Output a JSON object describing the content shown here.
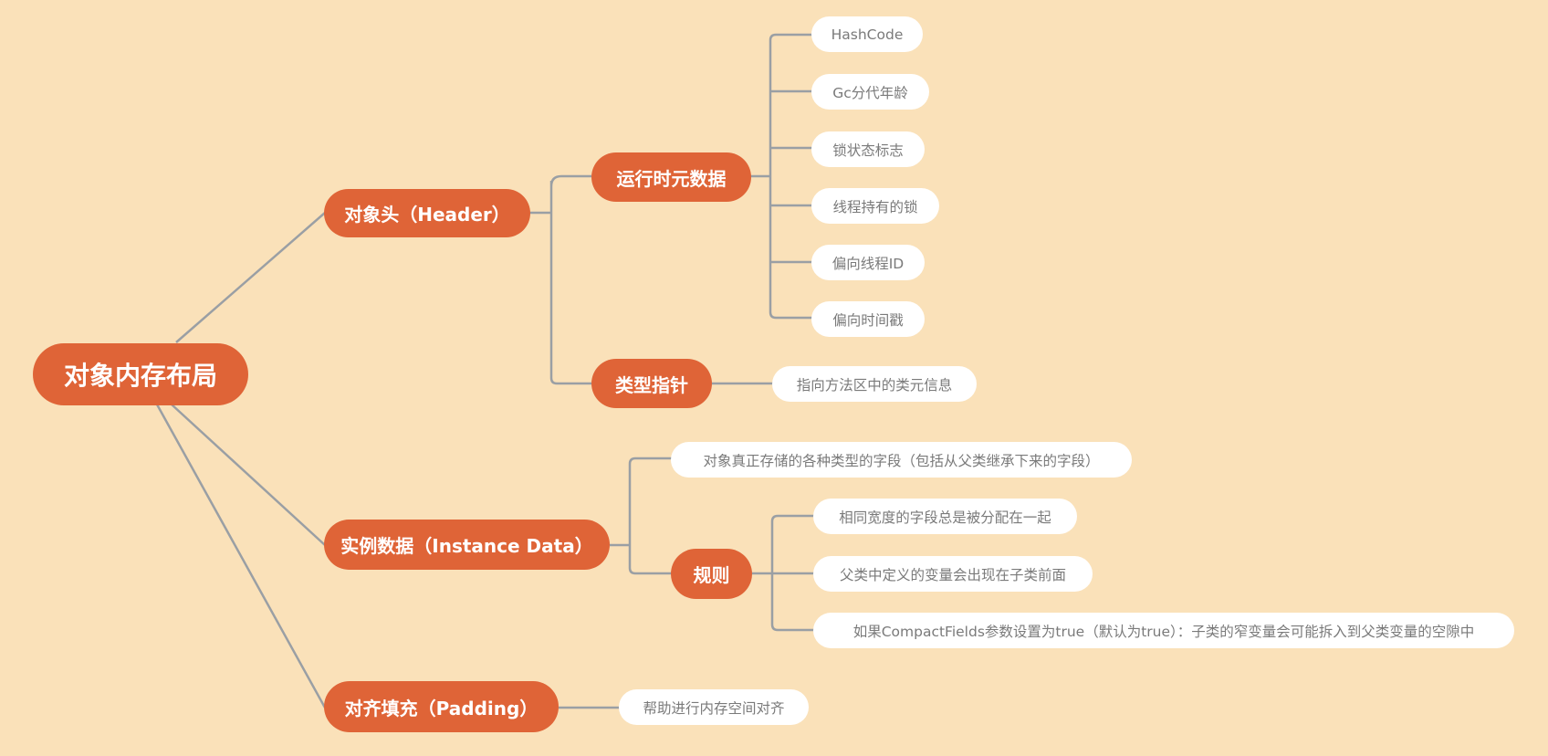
{
  "colors": {
    "background": "#fae1b9",
    "branch_fill": "#df6437",
    "branch_text": "#ffffff",
    "leaf_fill": "#ffffff",
    "leaf_text": "#7a7a7a",
    "connector": "#9a9fa4"
  },
  "root": {
    "label": "对象内存布局"
  },
  "header": {
    "label": "对象头（Header）",
    "runtime": {
      "label": "运行时元数据",
      "items": [
        "HashCode",
        "Gc分代年龄",
        "锁状态标志",
        "线程持有的锁",
        "偏向线程ID",
        "偏向时间戳"
      ]
    },
    "klass": {
      "label": "类型指针",
      "items": [
        "指向方法区中的类元信息"
      ]
    }
  },
  "instance": {
    "label": "实例数据（Instance Data）",
    "desc": "对象真正存储的各种类型的字段（包括从父类继承下来的字段）",
    "rules": {
      "label": "规则",
      "items": [
        "相同宽度的字段总是被分配在一起",
        "父类中定义的变量会出现在子类前面",
        "如果CompactFields参数设置为true（默认为true）：子类的窄变量会可能拆入到父类变量的空隙中"
      ]
    }
  },
  "padding": {
    "label": "对齐填充（Padding）",
    "items": [
      "帮助进行内存空间对齐"
    ]
  }
}
